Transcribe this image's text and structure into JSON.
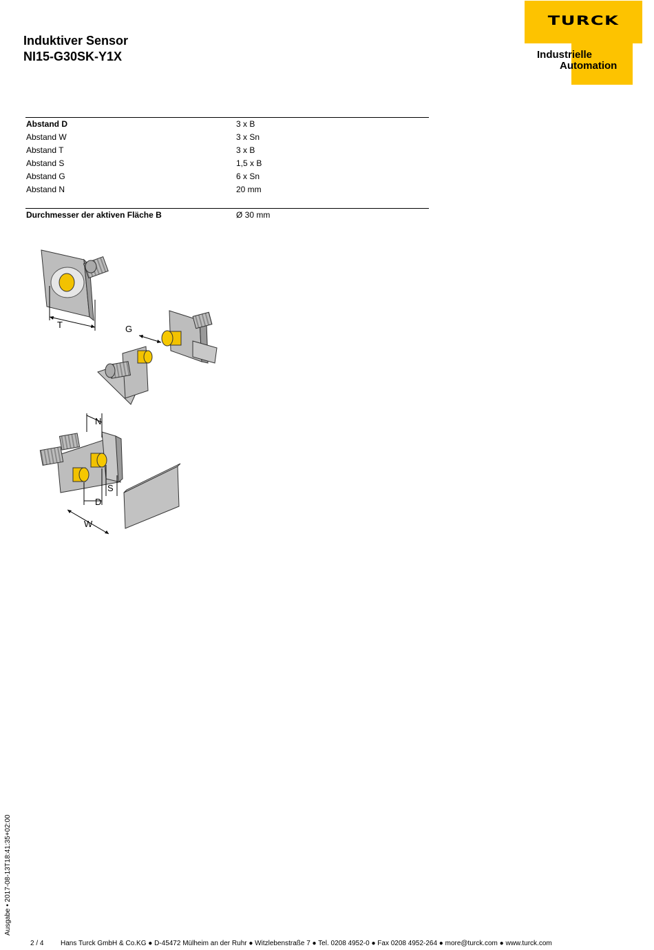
{
  "header": {
    "title_line1": "Induktiver Sensor",
    "title_line2": "NI15-G30SK-Y1X"
  },
  "logo": {
    "brand": "TURCK",
    "tagline_line1": "Industrielle",
    "tagline_line2": "Automation",
    "color": "#fdc300"
  },
  "distances": [
    {
      "label": "Abstand D",
      "value": "3 x B"
    },
    {
      "label": "Abstand W",
      "value": "3 x Sn"
    },
    {
      "label": "Abstand T",
      "value": "3 x B"
    },
    {
      "label": "Abstand S",
      "value": "1,5 x B"
    },
    {
      "label": "Abstand G",
      "value": "6 x Sn"
    },
    {
      "label": "Abstand N",
      "value": "20 mm"
    }
  ],
  "diameter": {
    "label": "Durchmesser der aktiven Fläche B",
    "value": "Ø 30 mm"
  },
  "figure_labels": {
    "t": "T",
    "g": "G",
    "n": "N",
    "s": "S",
    "d": "D",
    "w": "W"
  },
  "sidebar_text": "Ausgabe • 2017-08-13T18:41:35+02:00",
  "footer": {
    "page": "2 / 4",
    "address": "Hans Turck GmbH & Co.KG ● D-45472 Mülheim an der Ruhr ● Witzlebenstraße 7 ● Tel. 0208 4952-0 ● Fax 0208 4952-264 ● more@turck.com ● www.turck.com"
  }
}
